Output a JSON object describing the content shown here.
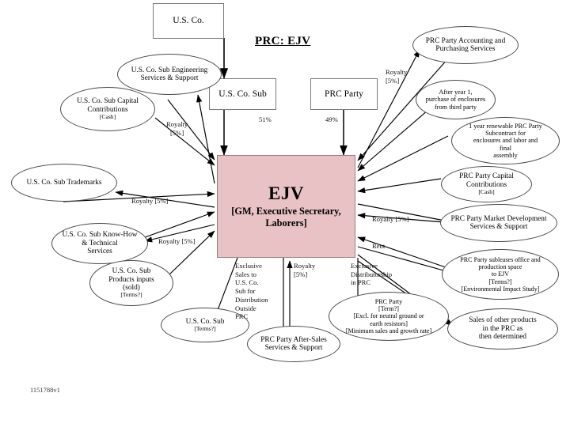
{
  "title": "PRC: EJV",
  "footer": "1151788v1",
  "colors": {
    "ejv_fill": "#e8c2c4",
    "ejv_border": "#9a7d7e",
    "line": "#000000",
    "box_border": "#7a7a7a"
  },
  "center": {
    "name": "EJV",
    "roles": "[GM, Executive Secretary, Laborers]"
  },
  "boxes": [
    {
      "id": "us-co",
      "label": "U.S. Co."
    },
    {
      "id": "us-co-sub",
      "label": "U.S. Co. Sub"
    },
    {
      "id": "prc-party",
      "label": "PRC Party"
    }
  ],
  "ownership": [
    {
      "id": "us-co-sub-share",
      "value": "51%"
    },
    {
      "id": "prc-party-share",
      "value": "49%"
    }
  ],
  "ellipses": [
    {
      "id": "us-co-sub-engineering",
      "label": "U.S. Co. Sub Engineering\nServices & Support"
    },
    {
      "id": "us-co-sub-capital-contributions",
      "label": "U.S. Co. Sub Capital\nContributions",
      "note": "[Cash]"
    },
    {
      "id": "us-co-sub-trademarks",
      "label": "U.S. Co. Sub Trademarks"
    },
    {
      "id": "us-co-sub-knowhow",
      "label": "U.S. Co. Sub Know-How\n& Technical\nServices"
    },
    {
      "id": "us-co-sub-products-inputs",
      "label": "U.S. Co. Sub\nProducts inputs\n(sold)",
      "note": "[Terms?]"
    },
    {
      "id": "us-co-sub-terms",
      "label": "U.S. Co. Sub",
      "note": "[Terms?]"
    },
    {
      "id": "prc-party-after-sales",
      "label": "PRC Party After-Sales\nServices & Support"
    },
    {
      "id": "prc-party-distribution",
      "label": "PRC Party\n[Term?]\n[Excl. for neutral ground or\nearth resistors]\n[Minimum sales and growth rate]"
    },
    {
      "id": "prc-party-accounting",
      "label": "PRC Party Accounting and\nPurchasing Services"
    },
    {
      "id": "after-year-1-purchase",
      "label": "After year 1,\npurchase of enclosures\nfrom third party"
    },
    {
      "id": "prc-party-subcontract",
      "label": "1 year renewable PRC Party\nSubcontract for\nenclosures and labor and\nfinal\nassembly"
    },
    {
      "id": "prc-party-capital-contributions",
      "label": "PRC Party Capital\nContributions",
      "note": "[Cash]"
    },
    {
      "id": "prc-party-market-development",
      "label": "PRC Party Market Development\nServices & Support"
    },
    {
      "id": "prc-party-sublease",
      "label": "PRC Party subleases office and\nproduction space\nto EJV\n[Terms?]\n[Environmental Impact Study]"
    },
    {
      "id": "sales-other-products",
      "label": "Sales of  other products\nin the PRC as\nthen determined"
    }
  ],
  "edge_labels": [
    {
      "id": "royalty-engineering",
      "text": "Royalty\n[5%]"
    },
    {
      "id": "royalty-trademarks",
      "text": "Royalty [5%]"
    },
    {
      "id": "royalty-knowhow",
      "text": "Royalty [5%]"
    },
    {
      "id": "exclusive-sales-outside-prc",
      "text": "Exclusive\nSales to\nU.S. Co.\nSub for\nDistribution\nOutside\nPRC"
    },
    {
      "id": "royalty-after-sales",
      "text": "Royalty\n[5%]"
    },
    {
      "id": "exclusive-distributorship",
      "text": "Exclusive\nDistributorship\nin PRC"
    },
    {
      "id": "royalty-accounting",
      "text": "Royalty\n[5%]"
    },
    {
      "id": "royalty-market-development",
      "text": "Royalty [5%]"
    },
    {
      "id": "rent-sublease",
      "text": "Rent"
    }
  ]
}
